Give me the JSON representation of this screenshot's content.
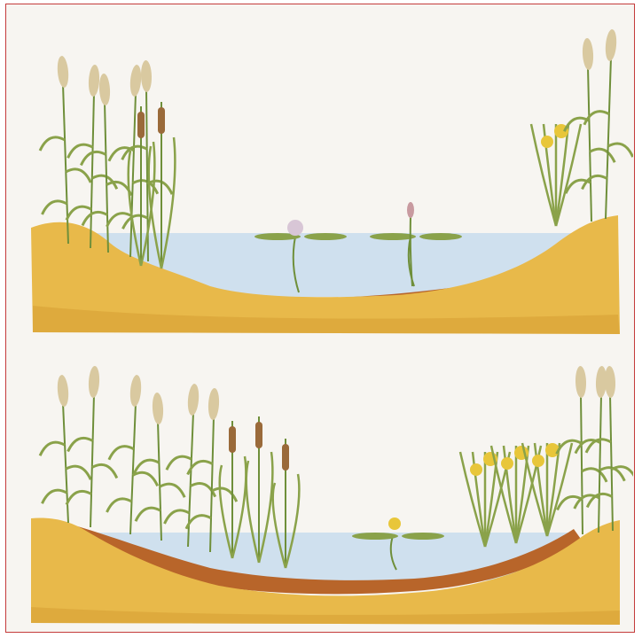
{
  "scenes": [
    {
      "id": "early-stage-pond",
      "water_level": "deep",
      "sediment": "thin"
    },
    {
      "id": "later-stage-pond",
      "water_level": "shallow",
      "sediment": "thick"
    }
  ],
  "plants": [
    "reed",
    "bulrush",
    "water-lily",
    "floating-leaf-plant",
    "yellow-iris",
    "marsh-grass"
  ],
  "colors": {
    "border": "#c43b3b",
    "background": "#f7f5f1",
    "soil": "#e8b94a",
    "soil_shadow": "#d39a2f",
    "mud": "#b8652a",
    "water": "#cfe0ee",
    "stem": "#6f8f3a",
    "leaf": "#8aa24a",
    "reed_head": "#d9c9a0",
    "bulrush": "#9a6a3a",
    "iris": "#e8c63a",
    "lily": "#d8c6d6"
  }
}
